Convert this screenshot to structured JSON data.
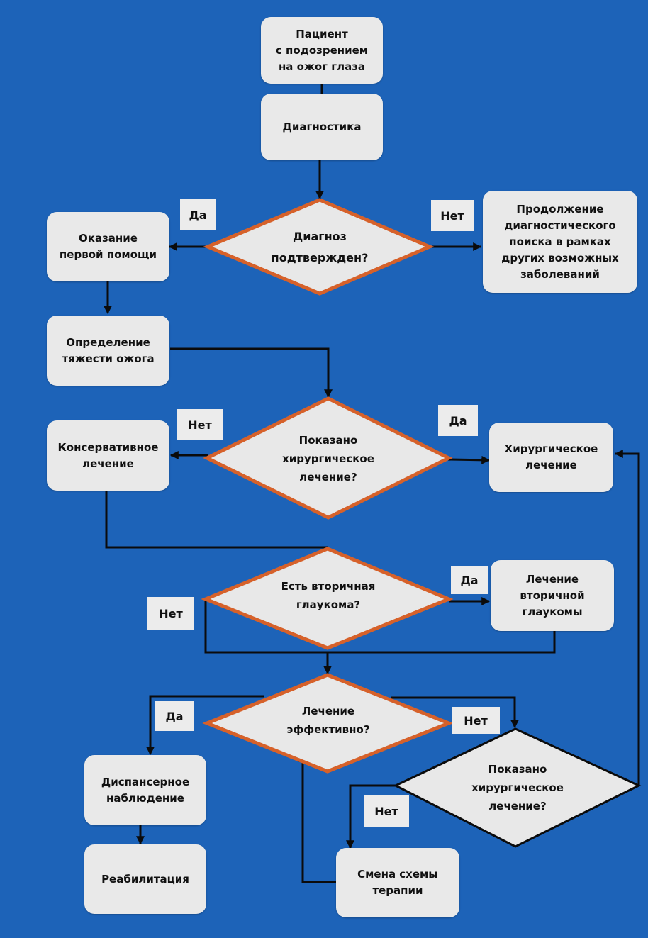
{
  "colors": {
    "background": "#1d63b8",
    "box_fill": "#e9e9e9",
    "diamond_border": "#d6612a",
    "connector": "#0b0b0b"
  },
  "nodes": {
    "patient": "Пациент\nс подозрением\nна ожог глаза",
    "diagnostics": "Диагностика",
    "first_aid": "Оказание\nпервой помощи",
    "continue_search": "Продолжение\nдиагностического\nпоиска в рамках\nдругих возможных\nзаболеваний",
    "severity": "Определение\nтяжести ожога",
    "conservative": "Консервативное\nлечение",
    "surgical": "Хирургическое\nлечение",
    "glaucoma_treatment": "Лечение\nвторичной\nглаукомы",
    "followup": "Диспансерное\nнаблюдение",
    "rehab": "Реабилитация",
    "change_therapy": "Смена схемы\nтерапии"
  },
  "decisions": {
    "diagnosis_confirmed": "Диагноз\nподтвержден?",
    "surgery_indicated": "Показано\nхирургическое\nлечение?",
    "secondary_glaucoma": "Есть вторичная\nглаукома?",
    "treatment_effective": "Лечение\nэффективно?",
    "surgery_indicated_2": "Показано\nхирургическое\nлечение?"
  },
  "labels": {
    "yes": "Да",
    "no": "Нет"
  }
}
